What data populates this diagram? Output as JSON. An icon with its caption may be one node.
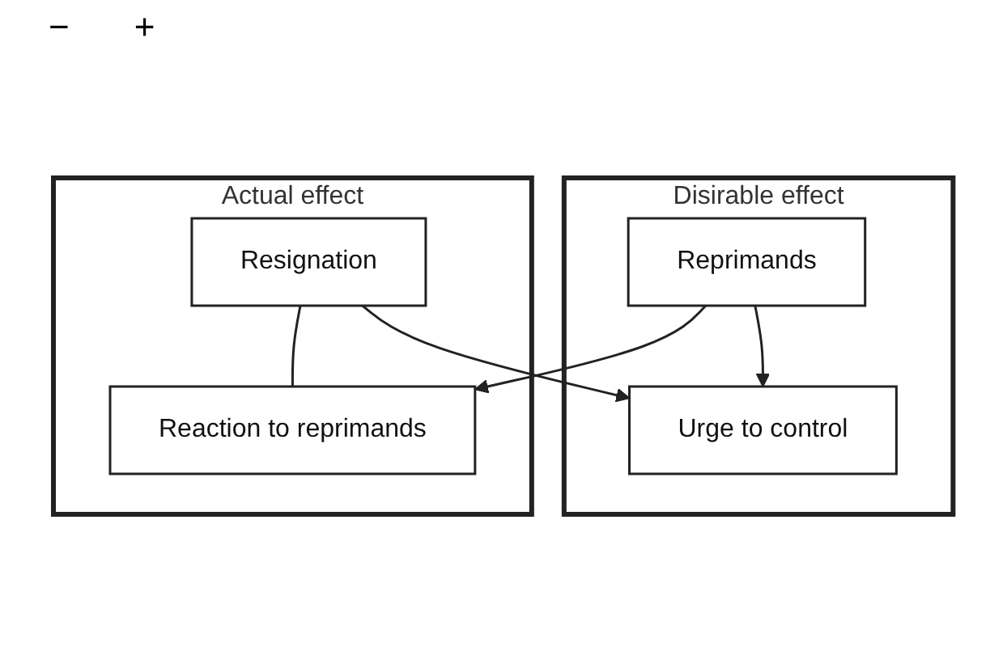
{
  "diagram": {
    "nodes": [
      {
        "text": [
          "Disirable effect"
        ]
      },
      {
        "text": [
          "Urge to control"
        ],
        "in": 0
      },
      {
        "text": [
          "Reprimands"
        ],
        "in": 0
      },
      {
        "text": [
          "Actual effect"
        ]
      },
      {
        "text": [
          "Resignation"
        ],
        "in": 3
      },
      {
        "text": [
          "Reaction to reprimands"
        ],
        "in": 3
      }
    ],
    "edges": [
      {
        "from": 4,
        "to": 1,
        "arrow": "to"
      },
      {
        "from": 2,
        "to": 1,
        "arrow": "to"
      },
      {
        "from": 2,
        "to": 5,
        "arrow": "to"
      },
      {
        "from": 4,
        "to": 5,
        "arrow": "none"
      }
    ],
    "labels": [
      "−",
      "+"
    ]
  }
}
